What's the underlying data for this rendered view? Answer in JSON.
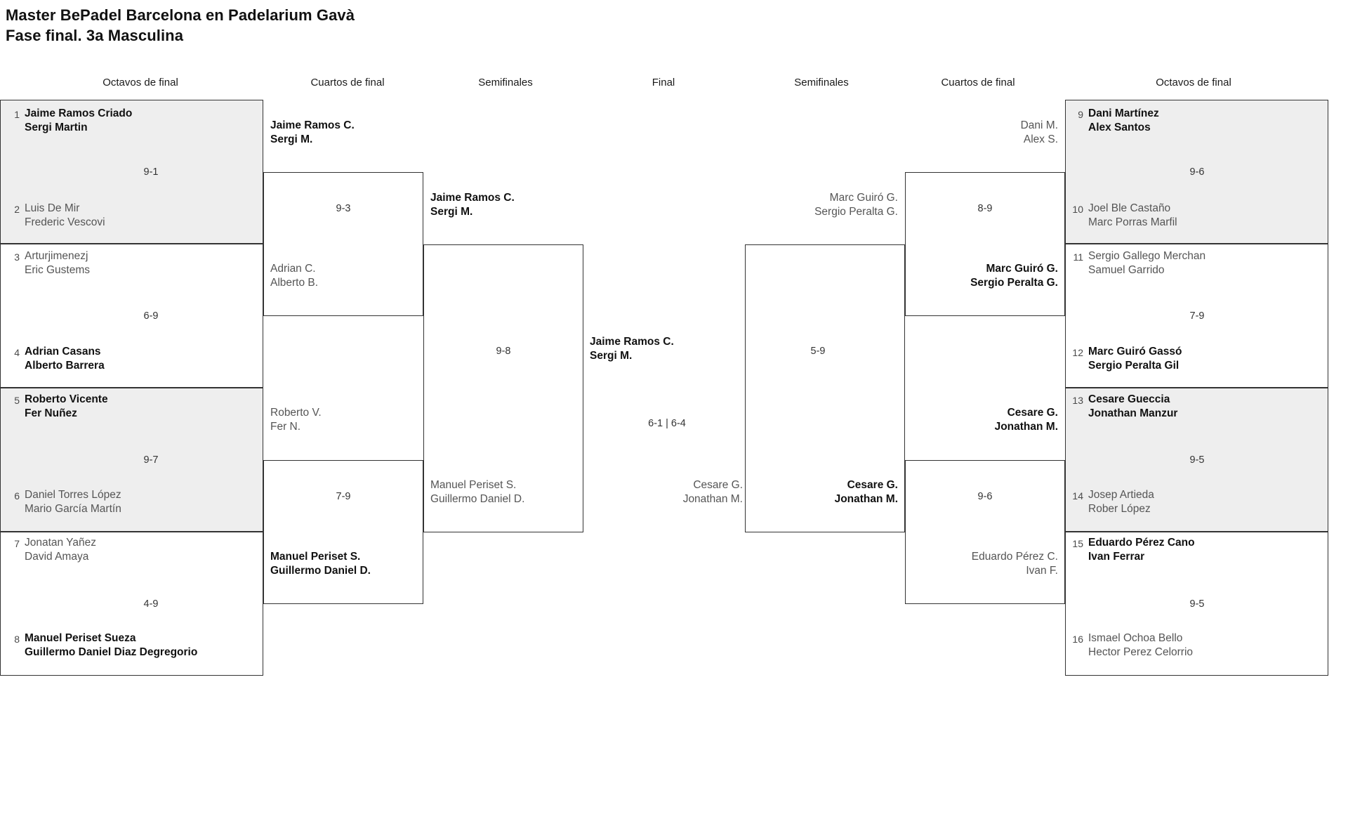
{
  "title": {
    "line1": "Master BePadel Barcelona en Padelarium Gavà",
    "line2": "Fase final. 3a Masculina"
  },
  "round_headers": [
    {
      "label": "Octavos de final"
    },
    {
      "label": "Cuartos de final"
    },
    {
      "label": "Semifinales"
    },
    {
      "label": "Final"
    },
    {
      "label": "Semifinales"
    },
    {
      "label": "Cuartos de final"
    },
    {
      "label": "Octavos de final"
    }
  ],
  "left": {
    "octavos": {
      "entrants": [
        {
          "seed": "1",
          "p1": "Jaime Ramos Criado",
          "p2": "Sergi Martin"
        },
        {
          "seed": "2",
          "p1": "Luis De Mir",
          "p2": "Frederic Vescovi"
        },
        {
          "seed": "3",
          "p1": "Arturjimenezj",
          "p2": "Eric Gustems"
        },
        {
          "seed": "4",
          "p1": "Adrian Casans",
          "p2": "Alberto Barrera"
        },
        {
          "seed": "5",
          "p1": "Roberto Vicente",
          "p2": "Fer Nuñez"
        },
        {
          "seed": "6",
          "p1": "Daniel Torres López",
          "p2": "Mario García Martín"
        },
        {
          "seed": "7",
          "p1": "Jonatan Yañez",
          "p2": "David Amaya"
        },
        {
          "seed": "8",
          "p1": "Manuel Periset Sueza",
          "p2": "Guillermo Daniel Diaz Degregorio"
        }
      ],
      "scores": [
        "9-1",
        "6-9",
        "9-7",
        "4-9"
      ]
    },
    "cuartos": {
      "entrants": [
        {
          "p1": "Jaime Ramos C.",
          "p2": "Sergi M."
        },
        {
          "p1": "Adrian C.",
          "p2": "Alberto B."
        },
        {
          "p1": "Roberto V.",
          "p2": "Fer N."
        },
        {
          "p1": "Manuel Periset S.",
          "p2": "Guillermo Daniel D."
        }
      ],
      "scores": [
        "9-3",
        "7-9"
      ]
    },
    "semifinales": {
      "entrants": [
        {
          "p1": "Jaime Ramos C.",
          "p2": "Sergi M."
        },
        {
          "p1": "Manuel Periset S.",
          "p2": "Guillermo Daniel D."
        }
      ],
      "scores": [
        "9-8"
      ]
    },
    "finalist": {
      "p1": "Jaime Ramos C.",
      "p2": "Sergi M."
    }
  },
  "final": {
    "score": "6-1 | 6-4"
  },
  "right": {
    "octavos": {
      "entrants": [
        {
          "seed": "9",
          "p1": "Dani Martínez",
          "p2": "Alex Santos"
        },
        {
          "seed": "10",
          "p1": "Joel Ble Castaño",
          "p2": "Marc Porras Marfil"
        },
        {
          "seed": "11",
          "p1": "Sergio Gallego Merchan",
          "p2": "Samuel Garrido"
        },
        {
          "seed": "12",
          "p1": "Marc Guiró Gassó",
          "p2": "Sergio Peralta Gil"
        },
        {
          "seed": "13",
          "p1": "Cesare Gueccia",
          "p2": "Jonathan Manzur"
        },
        {
          "seed": "14",
          "p1": "Josep Artieda",
          "p2": "Rober López"
        },
        {
          "seed": "15",
          "p1": "Eduardo Pérez Cano",
          "p2": "Ivan Ferrar"
        },
        {
          "seed": "16",
          "p1": "Ismael Ochoa Bello",
          "p2": "Hector Perez Celorrio"
        }
      ],
      "scores": [
        "9-6",
        "7-9",
        "9-5",
        "9-5"
      ]
    },
    "cuartos": {
      "entrants": [
        {
          "p1": "Dani M.",
          "p2": "Alex S."
        },
        {
          "p1": "Marc Guiró G.",
          "p2": "Sergio Peralta G."
        },
        {
          "p1": "Cesare G.",
          "p2": "Jonathan M."
        },
        {
          "p1": "Eduardo Pérez C.",
          "p2": "Ivan F."
        }
      ],
      "scores": [
        "8-9",
        "9-6"
      ]
    },
    "semifinales": {
      "entrants": [
        {
          "p1": "Marc Guiró G.",
          "p2": "Sergio Peralta G."
        },
        {
          "p1": "Cesare G.",
          "p2": "Jonathan M."
        }
      ],
      "scores": [
        "5-9"
      ]
    },
    "finalist": {
      "p1": "Cesare G.",
      "p2": "Jonathan M."
    }
  }
}
